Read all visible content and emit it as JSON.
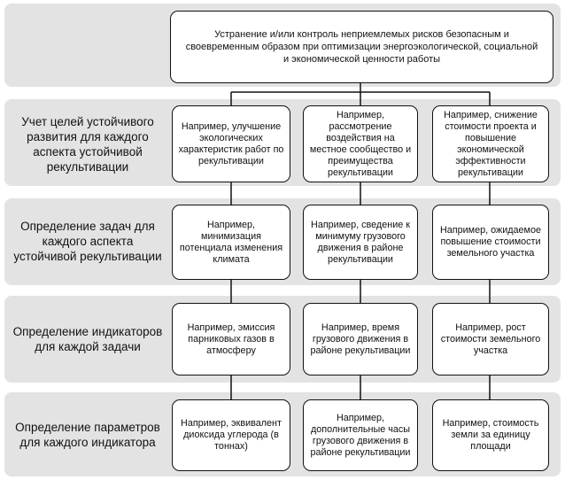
{
  "goal": "Устранение и/или контроль неприемлемых рисков безопасным и своевременным образом при оптимизации энергоэкологической, социальной и экономической ценности работы",
  "rows": [
    {
      "label": "Учет целей устойчивого развития для каждого аспекта устойчивой рекультивации",
      "cells": [
        "Например, улучшение экологических характеристик работ по рекультивации",
        "Например, рассмотрение воздействия на местное сообщество и преимущества рекультивации",
        "Например, снижение стоимости проекта и повышение экономической эффективности рекультивации"
      ]
    },
    {
      "label": "Определение задач для каждого аспекта устойчивой рекультивации",
      "cells": [
        "Например, минимизация потенциала изменения климата",
        "Например, сведение к минимуму грузового движения в районе рекультивации",
        "Например, ожидаемое повышение стоимости земельного участка"
      ]
    },
    {
      "label": "Определение индикаторов для каждой задачи",
      "cells": [
        "Например, эмиссия парниковых газов в атмосферу",
        "Например, время грузового движения в районе рекультивации",
        "Например, рост стоимости земельного участка"
      ]
    },
    {
      "label": "Определение параметров для каждого индикатора",
      "cells": [
        "Например, эквивалент диоксида углерода (в тоннах)",
        "Например, дополнительные часы грузового движения в районе рекультивации",
        "Например, стоимость земли за единицу площади"
      ]
    }
  ]
}
